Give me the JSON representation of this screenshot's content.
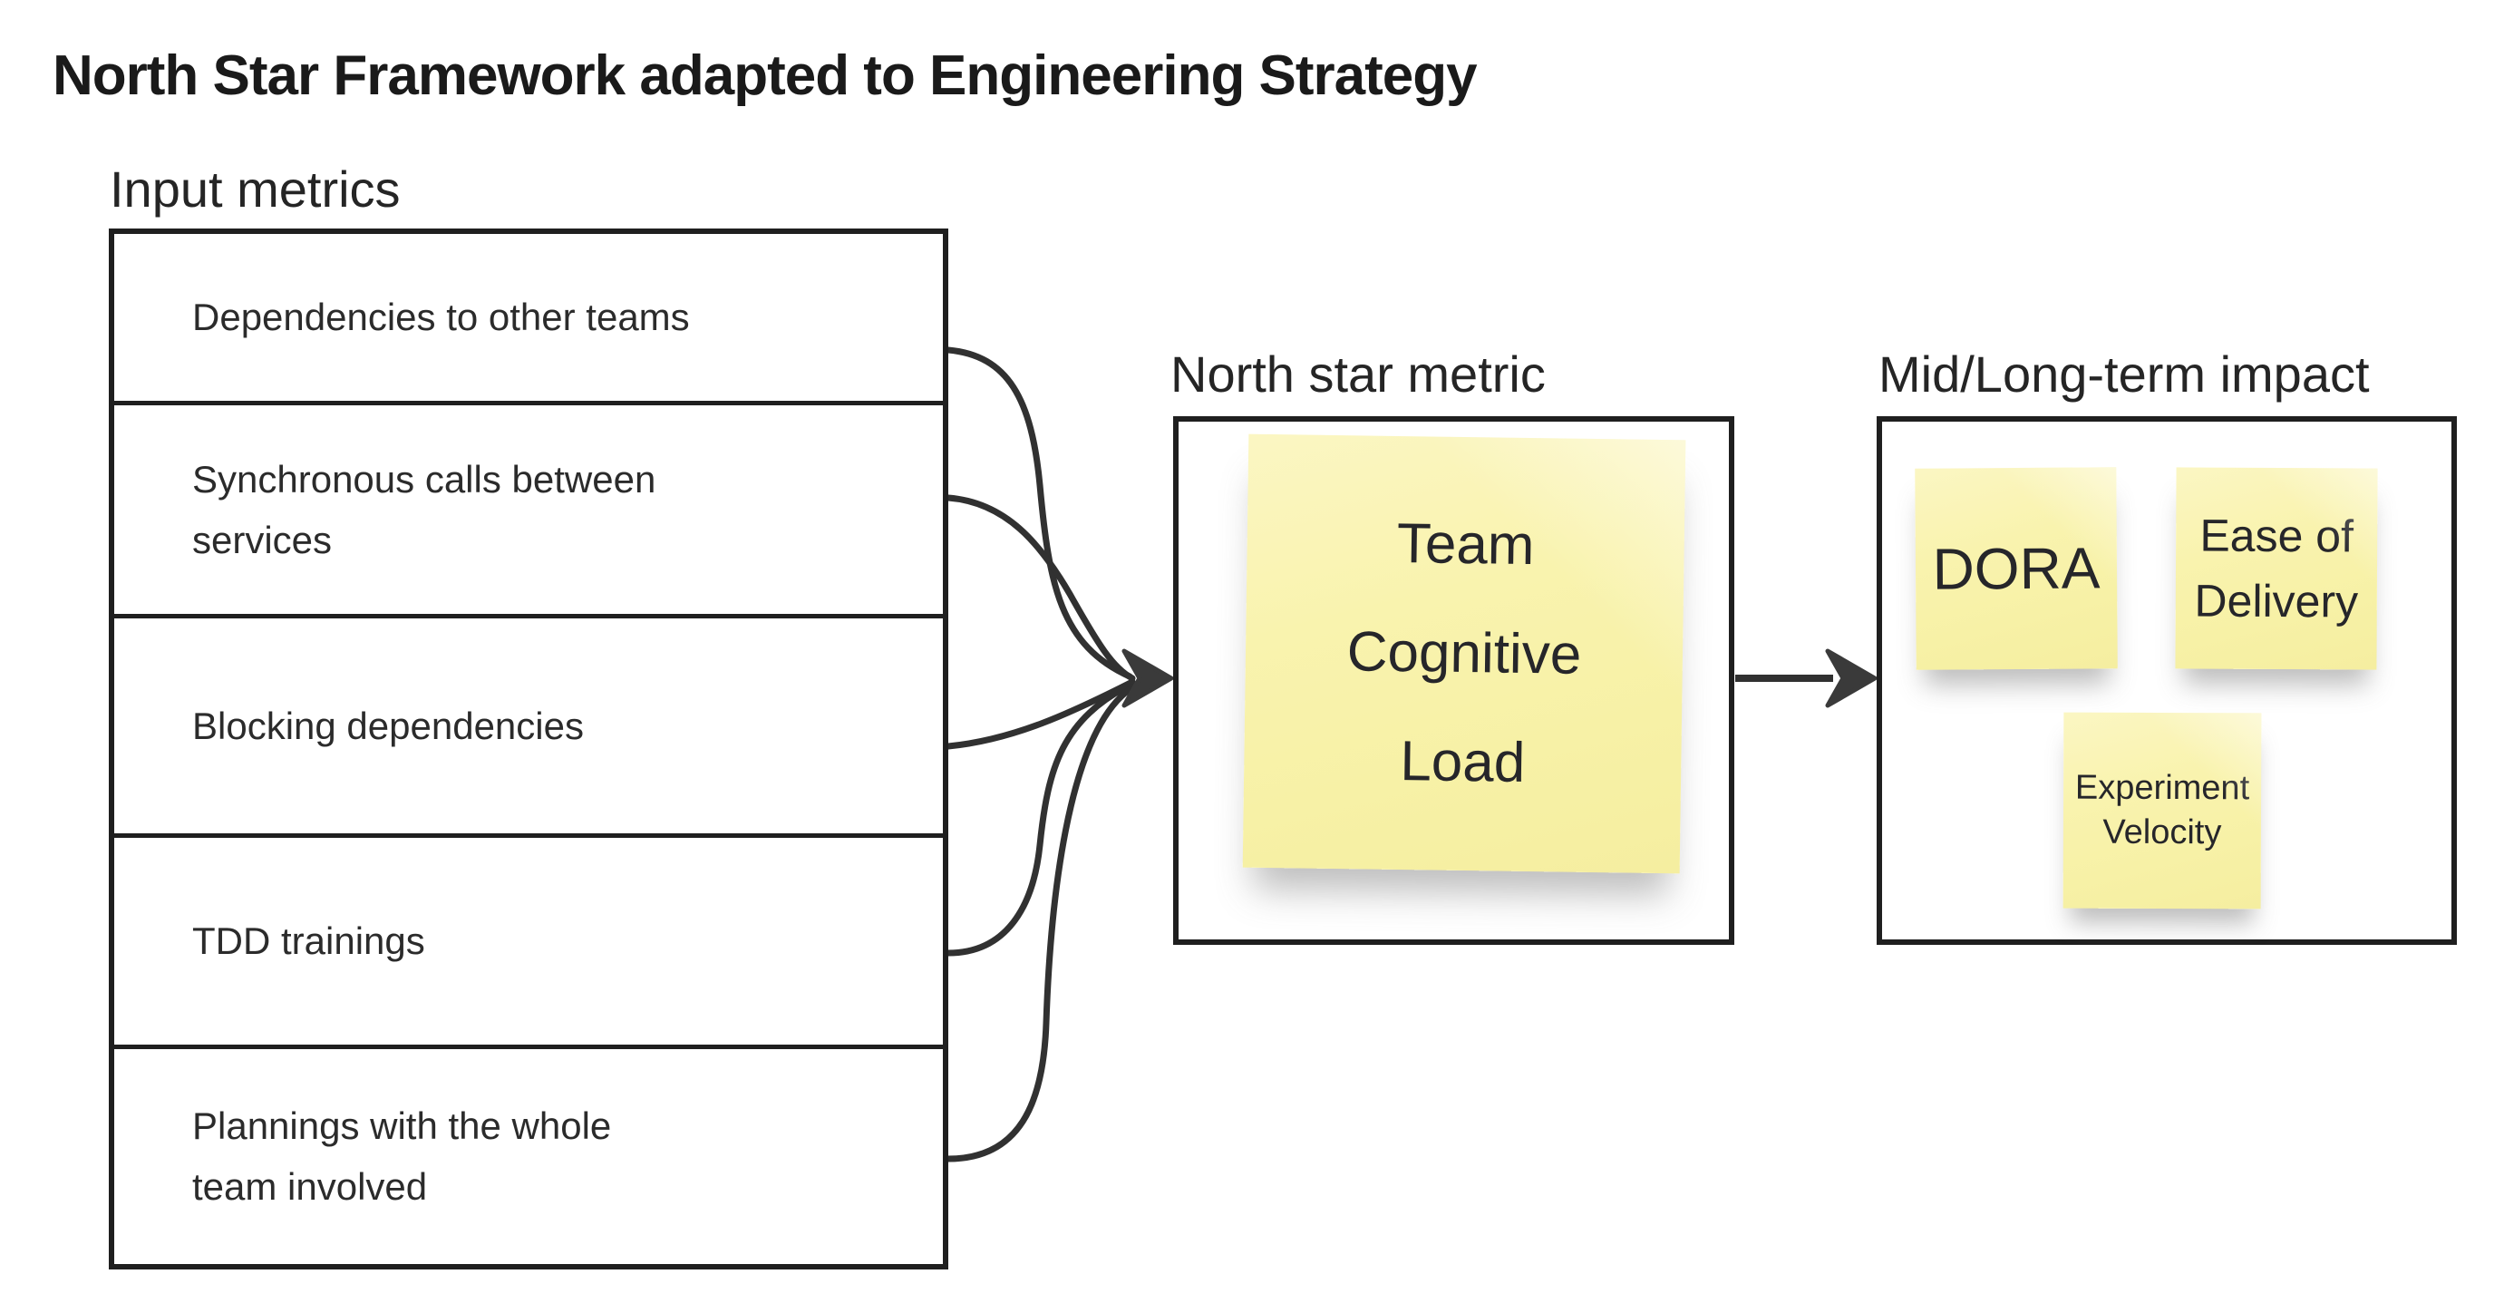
{
  "title": "North Star Framework adapted to Engineering Strategy",
  "input_metrics": {
    "label": "Input metrics",
    "rows": [
      "Dependencies to other teams",
      "Synchronous calls between\nservices",
      "Blocking dependencies",
      "TDD trainings",
      "Plannings with the whole\nteam involved"
    ]
  },
  "north_star": {
    "label": "North star metric",
    "sticky": "Team Cognitive Load"
  },
  "impact": {
    "label": "Mid/Long-term impact",
    "stickies": [
      "DORA",
      "Ease of\nDelivery",
      "Experiment\nVelocity"
    ]
  },
  "colors": {
    "background": "#ffffff",
    "border_dark": "#1f1f1f",
    "connector_dark": "#313131",
    "sticky_yellow": "#f8f2aa",
    "text_dark": "#2b2b2b"
  }
}
